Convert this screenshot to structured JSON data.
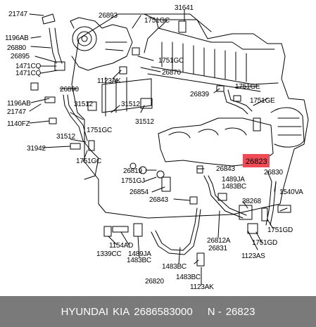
{
  "labels": {
    "l21747a": "21747",
    "l26893": "26893",
    "l1751gc_a": "1751GC",
    "l31641": "31641",
    "l1196ab_a": "1196AB",
    "l26880": "26880",
    "l26895": "26895",
    "l1751gc_b": "1751GC",
    "l1471cq_a": "1471CQ",
    "l1471cq_b": "1471CQ",
    "l26870": "26870",
    "l1123ak_a": "1123AK",
    "l26890": "26890",
    "l1751ge_a": "1751GE",
    "l26839": "26839",
    "l1751ge_b": "1751GE",
    "l1196ab_b": "1196AB",
    "l31512_a": "31512",
    "l31512_b": "31512",
    "l21747b": "21747",
    "l1140fz": "1140FZ",
    "l31512_c": "31512",
    "l1751gc_c": "1751GC",
    "l31512_d": "31512",
    "l31942": "31942",
    "l1751gc_d": "1751GC",
    "l26819": "26819",
    "l26843_a": "26843",
    "l26830": "26830",
    "l1751gj": "1751GJ",
    "l1489ja_a": "1489JA",
    "l1483bc_a": "1483BC",
    "l1540va": "1540VA",
    "l26854": "26854",
    "l26843_b": "26843",
    "l38268": "38268",
    "l1751gd_a": "1751GD",
    "l1154ad": "1154AD",
    "l1339cc": "1339CC",
    "l1489ja_b": "1489JA",
    "l1483bc_b": "1483BC",
    "l26812a": "26812A",
    "l26831": "26831",
    "l1751gd_b": "1751GD",
    "l1123as": "1123AS",
    "l1483bc_c": "1483BC",
    "l1483bc_d": "1483BC",
    "l26820": "26820",
    "l1123ak_b": "1123AK"
  },
  "highlight": {
    "part_number": "26823",
    "color": "#ef4b55"
  },
  "footer": {
    "brand": "HYUNDAI",
    "make": "KIA",
    "oem_number": "2686583000",
    "n_label": "N -",
    "part_number": "26823",
    "background": "#7a7a7a"
  }
}
